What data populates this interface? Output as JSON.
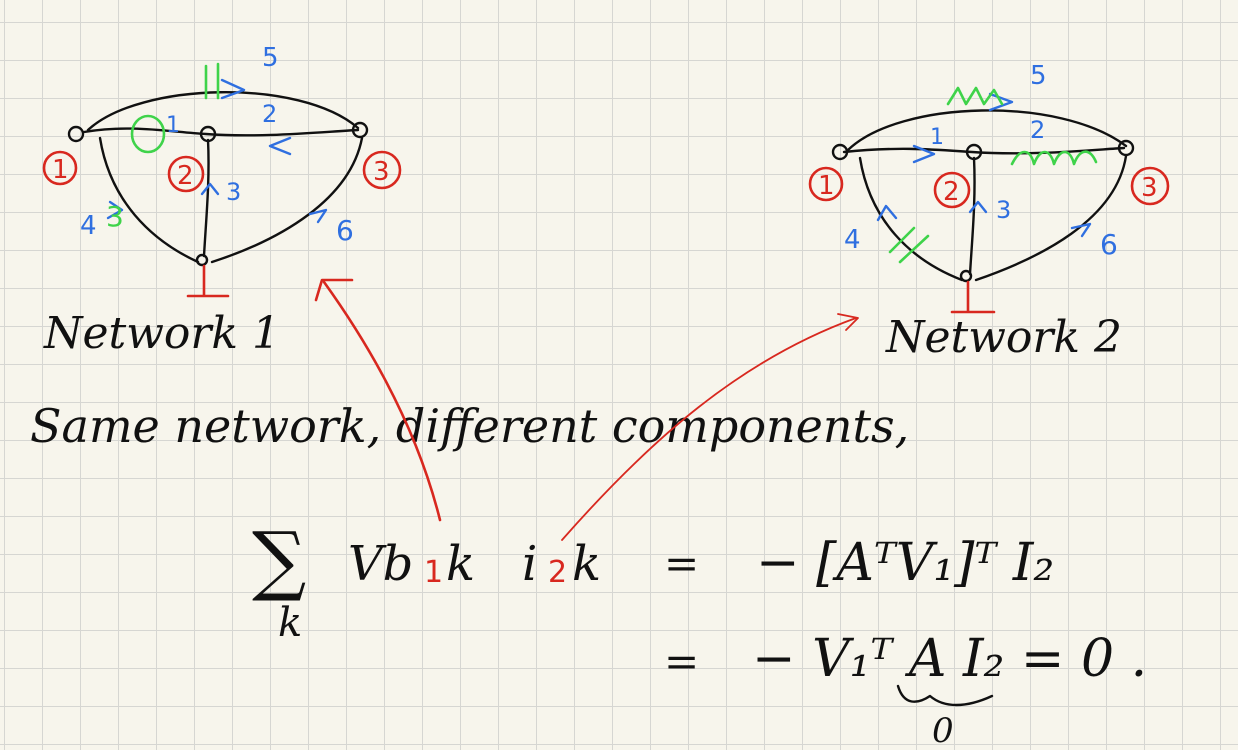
{
  "network1": {
    "title": "Network 1",
    "nodes": [
      "1",
      "2",
      "3"
    ],
    "edge_labels": [
      "1",
      "2",
      "3",
      "4",
      "5",
      "6"
    ],
    "green_marks": [
      "0",
      "11",
      "3"
    ]
  },
  "network2": {
    "title": "Network 2",
    "nodes": [
      "1",
      "2",
      "3"
    ],
    "edge_labels": [
      "1",
      "2",
      "3",
      "4",
      "5",
      "6"
    ]
  },
  "statement": "Same network, different components,",
  "equation": {
    "sum_symbol": "∑",
    "sum_index": "k",
    "lhs_v": "Vb",
    "lhs_v_sub": "1",
    "lhs_k1": "k",
    "lhs_i": "i",
    "lhs_i_sub": "2",
    "lhs_k2": "k",
    "eq1": "=",
    "rhs1": "− [AᵀV₁]ᵀ I₂",
    "eq2": "=",
    "rhs2": "− V₁ᵀ A I₂ = 0 .",
    "underbrace_label": "0"
  },
  "colors": {
    "ink": "#111111",
    "blue": "#2f6fe0",
    "red": "#d8281f",
    "green": "#3fd34a",
    "paper": "#f7f5ec",
    "grid": "#d6d6d2"
  }
}
